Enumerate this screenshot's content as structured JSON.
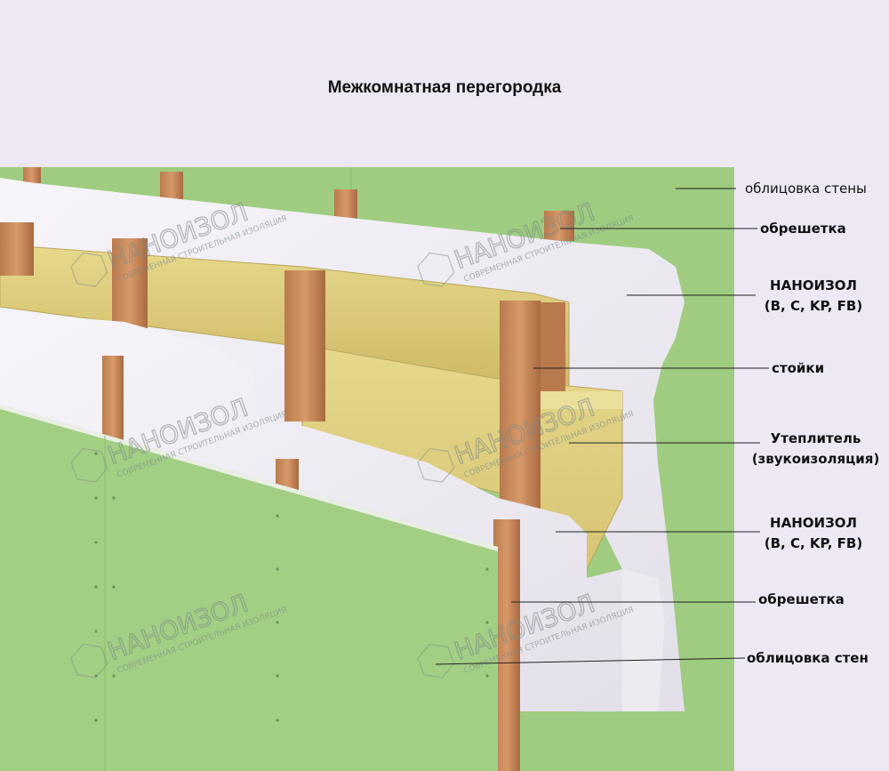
{
  "title": "Межкомнатная перегородка",
  "watermark": {
    "brand": "НАНОИЗОЛ",
    "tagline": "СОВРЕМЕННАЯ СТРОИТЕЛЬНАЯ ИЗОЛЯЦИЯ"
  },
  "labels": [
    {
      "id": "wall-cladding-back",
      "lines": [
        "облицовка стены"
      ],
      "bold": false
    },
    {
      "id": "battens-back",
      "lines": [
        "обрешетка"
      ],
      "bold": true
    },
    {
      "id": "nanoizol-back",
      "lines": [
        "НАНОИЗОЛ",
        "(B, C, KP, FB)"
      ],
      "bold": true
    },
    {
      "id": "studs",
      "lines": [
        "стойки"
      ],
      "bold": true
    },
    {
      "id": "insulation",
      "lines": [
        "Утеплитель",
        "(звукоизоляция)"
      ],
      "bold": true
    },
    {
      "id": "nanoizol-front",
      "lines": [
        "НАНОИЗОЛ",
        "(B, C, KP, FB)"
      ],
      "bold": true
    },
    {
      "id": "battens-front",
      "lines": [
        "обрешетка"
      ],
      "bold": true
    },
    {
      "id": "wall-cladding-front",
      "lines": [
        "облицовка стен"
      ],
      "bold": true
    }
  ],
  "colors": {
    "background": "#eee8f5",
    "drywall_green": "#a3cf84",
    "membrane": "#f3f1f6",
    "insulation": "#d9c97a",
    "wood": "#c98a5c"
  }
}
